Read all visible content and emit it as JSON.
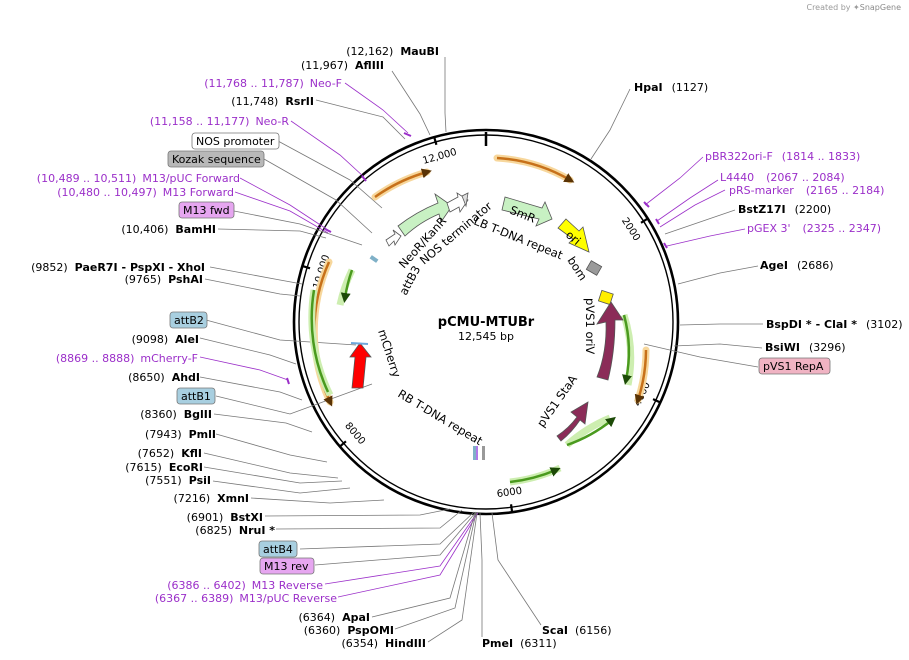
{
  "credit": {
    "prefix": "Created by",
    "brand": "SnapGene"
  },
  "plasmid": {
    "name": "pCMU-MTUBr",
    "length_text": "12,545 bp",
    "length": 12545
  },
  "colors": {
    "purple": "#9b2fc9",
    "orange": "#c7711a",
    "green": "#4a9a1e",
    "orf": "#8b2c58",
    "red": "#ff0000"
  },
  "ticks": [
    {
      "pos": 2000,
      "text": "2000"
    },
    {
      "pos": 4000,
      "text": "4000"
    },
    {
      "pos": 6000,
      "text": "6000"
    },
    {
      "pos": 8000,
      "text": "8000"
    },
    {
      "pos": 10000,
      "text": "10,000"
    },
    {
      "pos": 12000,
      "text": "12,000"
    }
  ],
  "sites": [
    {
      "num": "(12,162)",
      "name": "MauBI"
    },
    {
      "num": "(11,967)",
      "name": "AflIII"
    },
    {
      "num": "(11,748)",
      "name": "RsrII"
    },
    {
      "num": "(10,406)",
      "name": "BamHI"
    },
    {
      "num": "(9852)",
      "name": "PaeR7I",
      "extra": "- PspXI  - XhoI"
    },
    {
      "num": "(9765)",
      "name": "PshAI"
    },
    {
      "num": "(9098)",
      "name": "AleI"
    },
    {
      "num": "(8650)",
      "name": "AhdI"
    },
    {
      "num": "(8360)",
      "name": "BglII"
    },
    {
      "num": "(7943)",
      "name": "PmlI"
    },
    {
      "num": "(7652)",
      "name": "KflI"
    },
    {
      "num": "(7615)",
      "name": "EcoRI"
    },
    {
      "num": "(7551)",
      "name": "PsiI"
    },
    {
      "num": "(7216)",
      "name": "XmnI"
    },
    {
      "num": "(6901)",
      "name": "BstXI"
    },
    {
      "num": "(6825)",
      "name": "NruI *"
    },
    {
      "num": "(6364)",
      "name": "ApaI"
    },
    {
      "num": "(6360)",
      "name": "PspOMI"
    },
    {
      "num": "(6354)",
      "name": "HindIII"
    },
    {
      "name": "PmeI",
      "num": "(6311)"
    },
    {
      "name": "ScaI",
      "num": "(6156)"
    },
    {
      "name": "HpaI",
      "num": "(1127)"
    },
    {
      "name": "BstZ17I",
      "num": "(2200)"
    },
    {
      "name": "AgeI",
      "num": "(2686)"
    },
    {
      "name": "BspDI *",
      "extra": "- ClaI *",
      "num": "(3102)"
    },
    {
      "name": "BsiWI",
      "num": "(3296)"
    }
  ],
  "primers": [
    {
      "range": "(11,768 .. 11,787)",
      "name": "Neo-F"
    },
    {
      "range": "(11,158 .. 11,177)",
      "name": "Neo-R"
    },
    {
      "range": "(10,489 .. 10,511)",
      "name": "M13/pUC Forward"
    },
    {
      "range": "(10,480 .. 10,497)",
      "name": "M13 Forward"
    },
    {
      "range": "(8869 .. 8888)",
      "name": "mCherry-F"
    },
    {
      "range": "(6386 .. 6402)",
      "name": "M13 Reverse"
    },
    {
      "range": "(6367 .. 6389)",
      "name": "M13/pUC Reverse"
    },
    {
      "name": "pBR322ori-F",
      "range": "(1814 .. 1833)"
    },
    {
      "name": "L4440",
      "range": "(2067 .. 2084)"
    },
    {
      "name": "pRS-marker",
      "range": "(2165 .. 2184)"
    },
    {
      "name": "pGEX 3'",
      "range": "(2325 .. 2347)"
    }
  ],
  "boxes": [
    {
      "text": "NOS promoter"
    },
    {
      "text": "Kozak sequence"
    },
    {
      "text": "M13 fwd"
    },
    {
      "text": "attB2"
    },
    {
      "text": "attB1"
    },
    {
      "text": "attB4"
    },
    {
      "text": "M13 rev"
    },
    {
      "text": "pVS1 RepA"
    }
  ],
  "features": [
    {
      "text": "SmR"
    },
    {
      "text": "ori"
    },
    {
      "text": "bom"
    },
    {
      "text": "LB T-DNA repeat"
    },
    {
      "text": "NeoR/KanR"
    },
    {
      "text": "NOS terminator"
    },
    {
      "text": "attB3"
    },
    {
      "text": "pVS1 oriV"
    },
    {
      "text": "pVS1 StaA"
    },
    {
      "text": "mCherry"
    },
    {
      "text": "RB T-DNA repeat"
    }
  ]
}
